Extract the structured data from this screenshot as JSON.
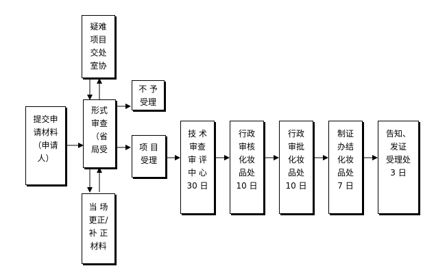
{
  "nodes": {
    "submit": "提交申\n请材料\n（申请\n人）",
    "difficult": "疑难\n项目\n交处\n室协",
    "formal_review": "形式\n审查\n（省\n局受",
    "reject": "不 予\n受理",
    "accept": "项 目\n受理",
    "tech_review": "技 术\n审查\n审 评\n中 心\n30 日",
    "admin_review": "行政\n审核\n化妆\n品处\n10 日",
    "admin_approve": "行政\n审批\n化妆\n品处\n10 日",
    "make_cert": "制证\n办结\n化妆\n品处\n7 日",
    "notify": "告知、\n发证\n受理处\n3 日",
    "correction": "当 场\n更正/\n补 正\n材料"
  }
}
